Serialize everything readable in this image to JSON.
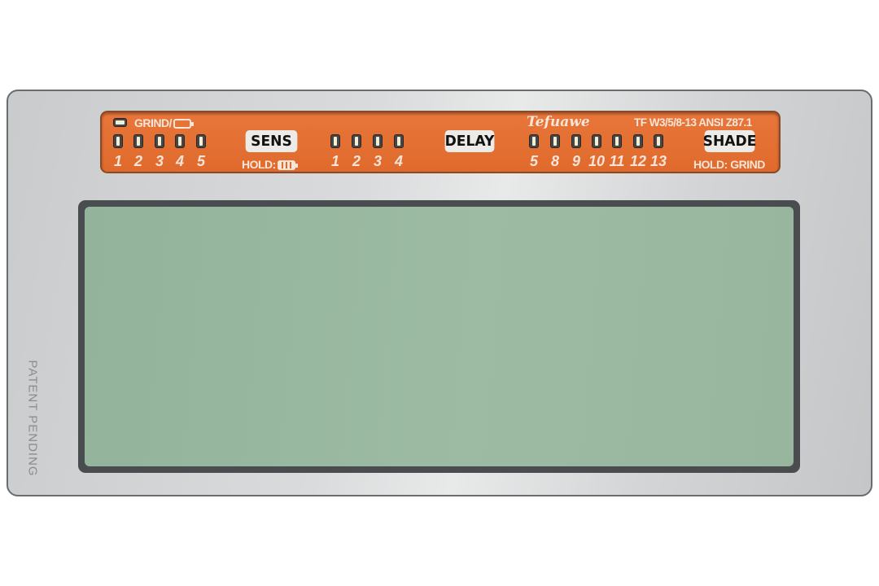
{
  "side_label": "PATENT PENDING",
  "panel": {
    "grind_label": "GRIND/",
    "grind_leds": [
      "1",
      "2",
      "3",
      "4",
      "5"
    ],
    "sens_button": "SENS",
    "hold_label": "HOLD:",
    "sens_leds": [
      "1",
      "2",
      "3",
      "4"
    ],
    "delay_button": "DELAY",
    "brand": "Tefuawe",
    "model": "TF W3/5/8-13 ANSI Z87.1",
    "shade_leds": [
      "5",
      "8",
      "9",
      "10",
      "11",
      "12",
      "13"
    ],
    "shade_button": "SHADE",
    "shade_hold": "HOLD: GRIND"
  },
  "colors": {
    "panel": "#e4702f",
    "glass": "#98b69e",
    "frame": "#d4d6d7"
  }
}
